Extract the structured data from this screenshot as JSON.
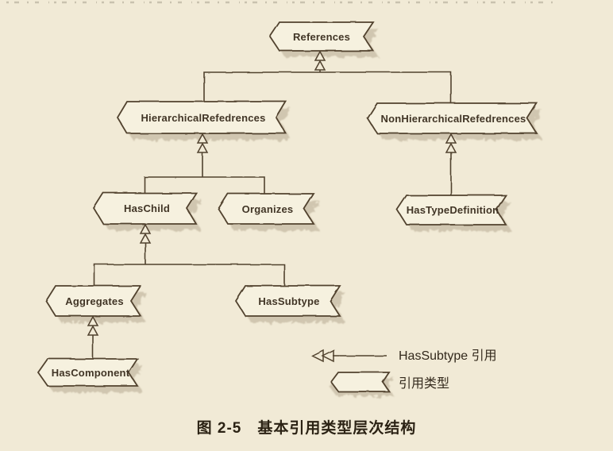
{
  "page": {
    "caption": "图 2-5　基本引用类型层次结构"
  },
  "diagram": {
    "nodes": {
      "references": {
        "label": "References"
      },
      "hierarchical_references": {
        "label": "HierarchicalRefedrences"
      },
      "non_hierarchical_references": {
        "label": "NonHierarchicalRefedrences"
      },
      "has_child": {
        "label": "HasChild"
      },
      "organizes": {
        "label": "Organizes"
      },
      "has_type_definition": {
        "label": "HasTypeDefinition"
      },
      "aggregates": {
        "label": "Aggregates"
      },
      "has_subtype": {
        "label": "HasSubtype"
      },
      "has_component": {
        "label": "HasComponent"
      }
    },
    "edges": [
      {
        "from": "HierarchicalRefedrences",
        "to": "References",
        "type": "HasSubtype"
      },
      {
        "from": "NonHierarchicalRefedrences",
        "to": "References",
        "type": "HasSubtype"
      },
      {
        "from": "HasChild",
        "to": "HierarchicalRefedrences",
        "type": "HasSubtype"
      },
      {
        "from": "Organizes",
        "to": "HierarchicalRefedrences",
        "type": "HasSubtype"
      },
      {
        "from": "HasTypeDefinition",
        "to": "NonHierarchicalRefedrences",
        "type": "HasSubtype"
      },
      {
        "from": "Aggregates",
        "to": "HasChild",
        "type": "HasSubtype"
      },
      {
        "from": "HasSubtype",
        "to": "HasChild",
        "type": "HasSubtype"
      },
      {
        "from": "HasComponent",
        "to": "Aggregates",
        "type": "HasSubtype"
      }
    ],
    "legend": {
      "arrow_label": "HasSubtype 引用",
      "shape_label": "引用类型"
    },
    "colors": {
      "background": "#f1ead6",
      "shape_fill": "#f6f1df",
      "line": "#51422f",
      "shadow": "#b0a289",
      "text": "#413526"
    }
  }
}
